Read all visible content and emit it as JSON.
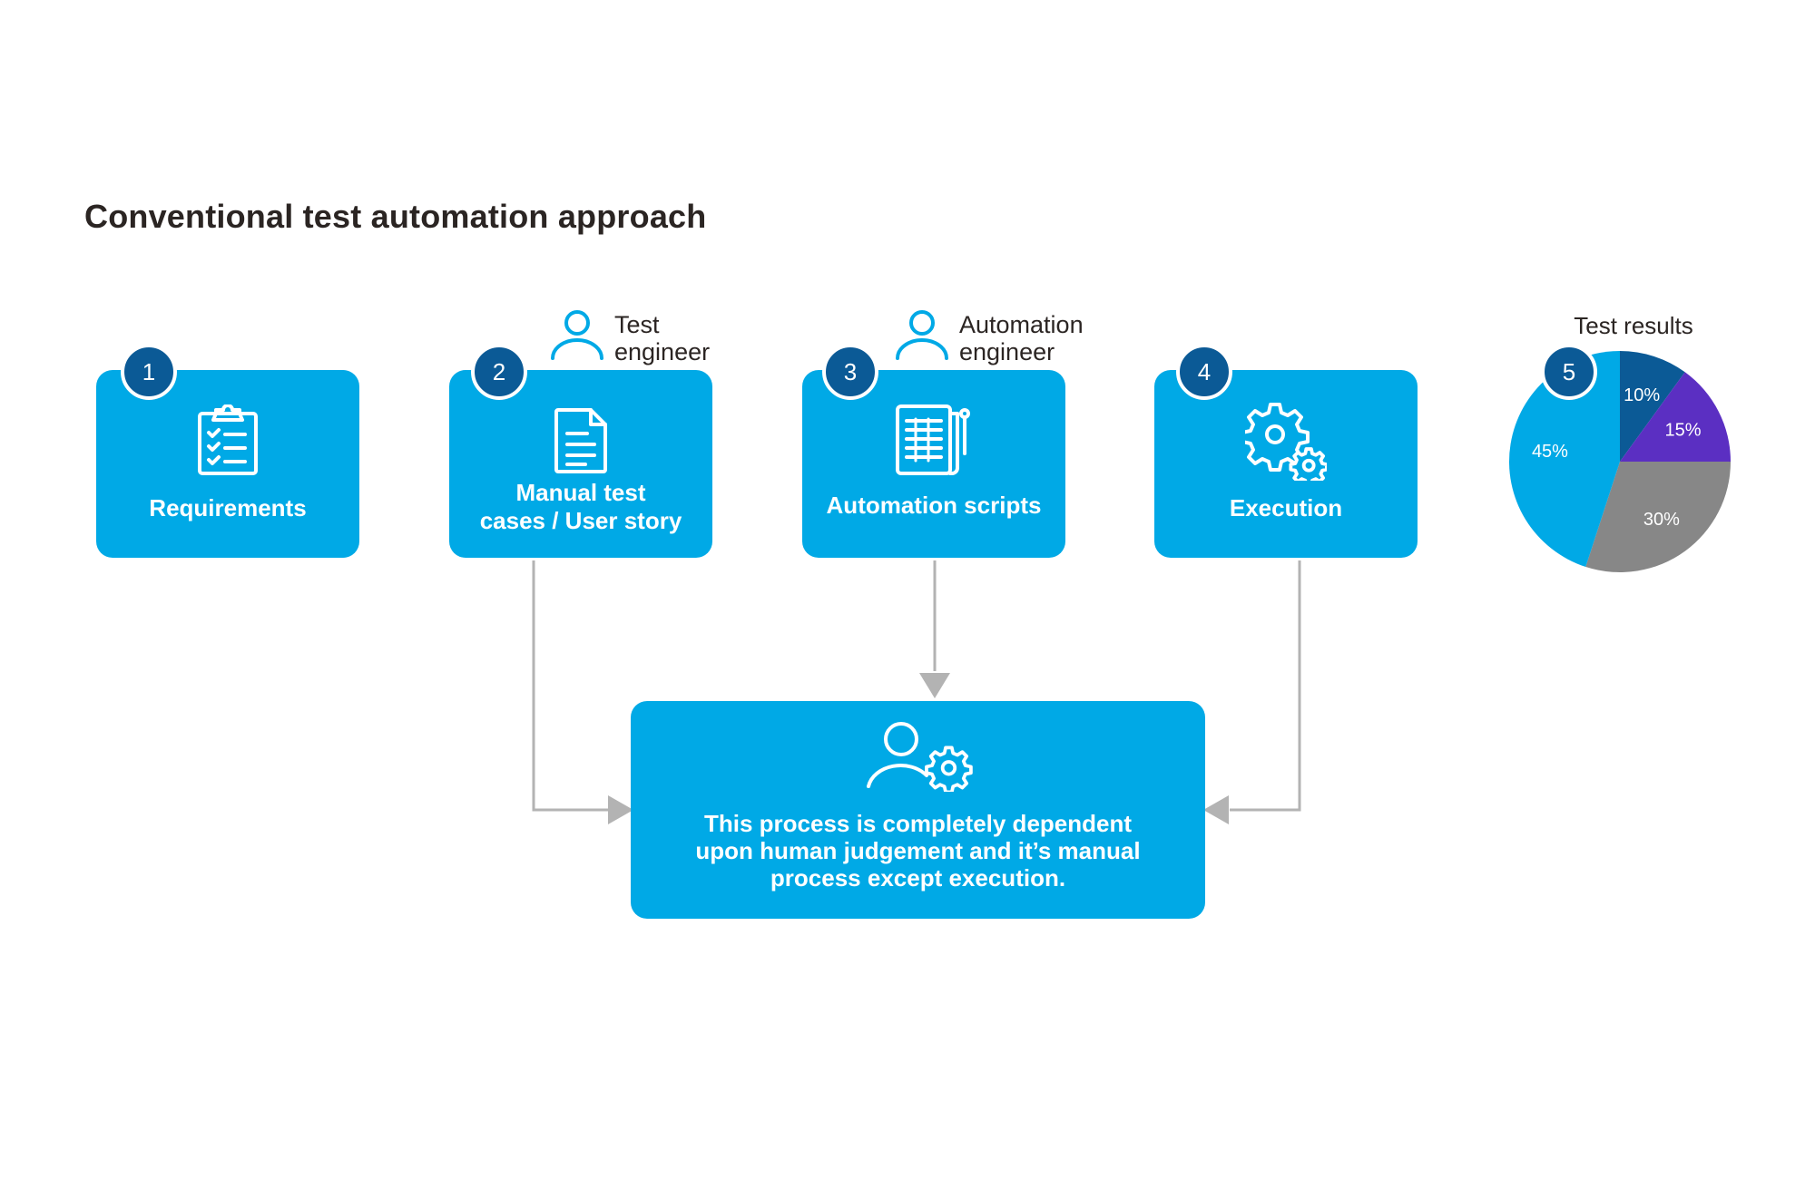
{
  "title": "Conventional test automation approach",
  "steps": [
    {
      "number": "1",
      "label_lines": [
        "Requirements"
      ],
      "icon": "clipboard-checklist-icon"
    },
    {
      "number": "2",
      "label_lines": [
        "Manual test",
        "cases / User story"
      ],
      "icon": "document-icon",
      "role": {
        "lines": [
          "Test",
          "engineer"
        ],
        "icon": "person-icon"
      }
    },
    {
      "number": "3",
      "label_lines": [
        "Automation scripts"
      ],
      "icon": "script-icon",
      "role": {
        "lines": [
          "Automation",
          "engineer"
        ],
        "icon": "person-icon"
      }
    },
    {
      "number": "4",
      "label_lines": [
        "Execution"
      ],
      "icon": "gears-icon"
    },
    {
      "number": "5",
      "label": "Test results"
    }
  ],
  "summary": {
    "lines": [
      "This process is completely dependent",
      "upon human judgement and it’s manual",
      "process except execution."
    ],
    "icon": "person-gear-icon"
  },
  "colors": {
    "card": "#00a9e6",
    "badge": "#0b5a96",
    "connector": "#b3b3b3"
  },
  "chart_data": {
    "type": "pie",
    "title": "Test results",
    "slices": [
      {
        "value": 10,
        "label": "10%",
        "color": "#0b5a96"
      },
      {
        "value": 15,
        "label": "15%",
        "color": "#5b2fc2"
      },
      {
        "value": 30,
        "label": "30%",
        "color": "#878787"
      },
      {
        "value": 45,
        "label": "45%",
        "color": "#00a9e6"
      }
    ]
  }
}
